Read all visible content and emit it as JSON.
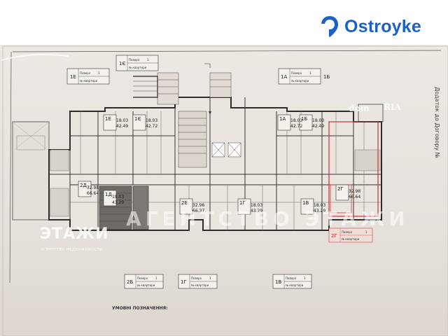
{
  "brand": {
    "name": "Ostroyke",
    "color": "#1c5fc5"
  },
  "plan": {
    "legend_title": "УМОВНІ ПОЗНАЧЕННЯ:",
    "side_text": "Додаток до Договору №",
    "label_floor": "Поверх",
    "label_apartment": "№ квартири",
    "units": [
      {
        "id": "1Е",
        "area_total": "42.49",
        "area_living": "18.03"
      },
      {
        "id": "1Є",
        "area_total": "42.72",
        "area_living": "18.03"
      },
      {
        "id": "1А",
        "area_total": "42.72",
        "area_living": "18.03"
      },
      {
        "id": "1Б",
        "area_total": "42.49",
        "area_living": "18.03"
      },
      {
        "id": "2Д",
        "area_total": "66.64",
        "area_living": "32.98"
      },
      {
        "id": "1Д",
        "area_total": "43.29",
        "area_living": "18.03"
      },
      {
        "id": "2Е",
        "area_total": "66.37",
        "area_living": "32.96"
      },
      {
        "id": "1Г",
        "area_total": "43.29",
        "area_living": "18.03"
      },
      {
        "id": "1В",
        "area_total": "43.29",
        "area_living": "18.03"
      },
      {
        "id": "2Г",
        "area_total": "66.64",
        "area_living": "32.98"
      }
    ],
    "tags": [
      {
        "unit": "1Е",
        "floor": "1"
      },
      {
        "unit": "1Є",
        "floor": "1"
      },
      {
        "unit": "1А",
        "floor": "1"
      },
      {
        "unit": "1Б",
        "floor": "1"
      },
      {
        "unit": "2Б",
        "floor": "1"
      },
      {
        "unit": "1Г",
        "floor": "1"
      },
      {
        "unit": "1В",
        "floor": "1"
      },
      {
        "unit": "2Г",
        "floor": "1"
      }
    ]
  },
  "watermarks": {
    "agency": "ЭТАЖИ",
    "agency_sub": "АГЕНТСТВО НЕДВИЖИМОСТИ",
    "center": "АГЕНТСТВО ЭТАЖИ",
    "dom": "dom",
    "ria": "RIA"
  }
}
